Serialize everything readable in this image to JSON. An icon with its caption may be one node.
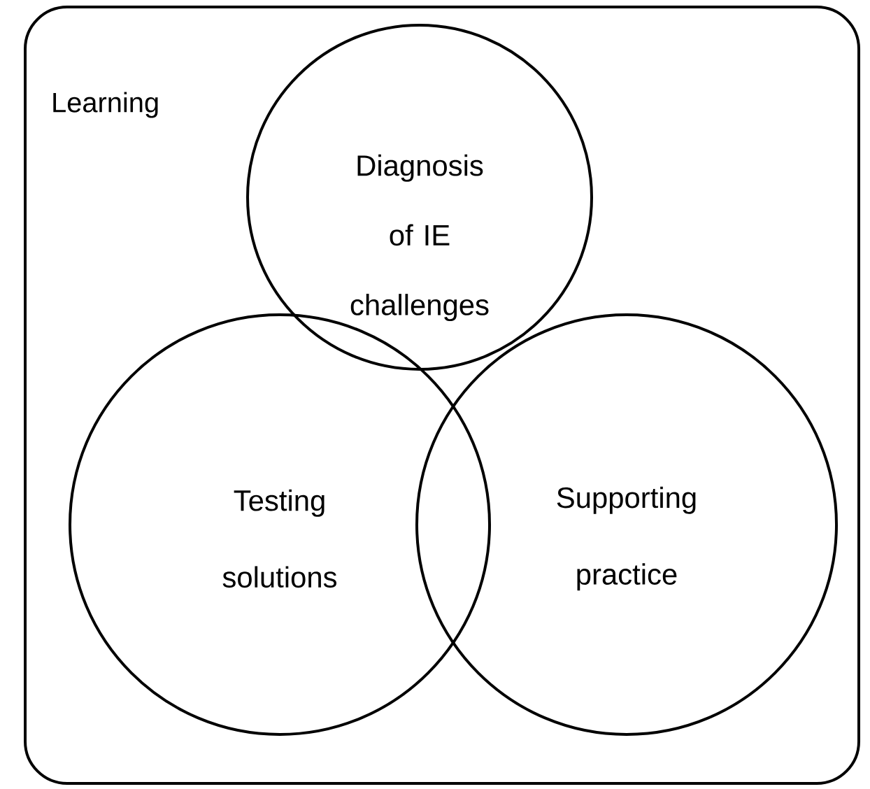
{
  "diagram": {
    "nodes": [
      {
        "text": [
          "Learning"
        ]
      },
      {
        "text": [
          "Diagnosis of IE challenges"
        ],
        "in": 0
      },
      {
        "text": [
          "Testing solutions"
        ],
        "in": 0
      },
      {
        "text": [
          "Supporting practice"
        ],
        "in": 0
      }
    ]
  }
}
